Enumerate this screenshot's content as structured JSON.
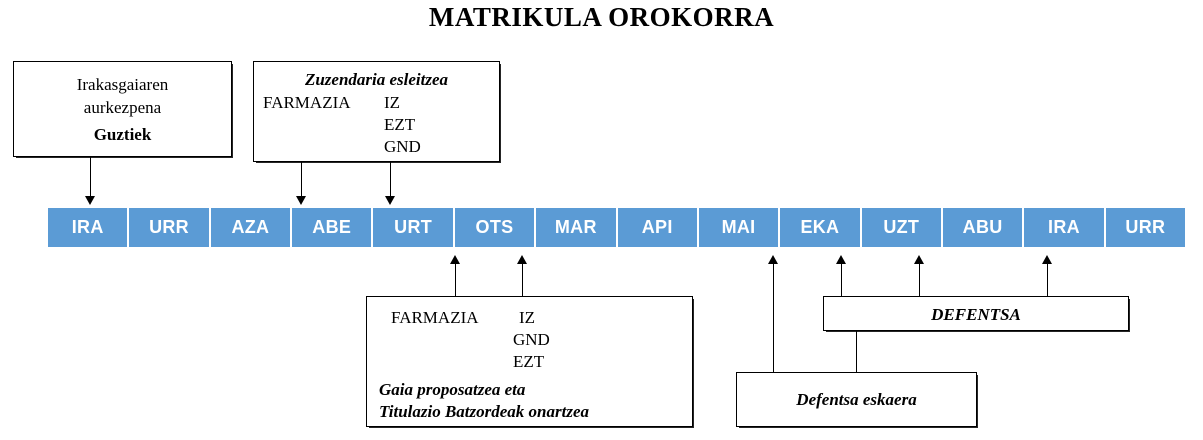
{
  "title": "MATRIKULA OROKORRA",
  "boxes": {
    "intro": {
      "line1": "Irakasgaiaren",
      "line2": "aurkezpena",
      "line3": "Guztiek"
    },
    "zuzendaria": {
      "header": "Zuzendaria esleitzea",
      "left": "FARMAZIA",
      "item1": "IZ",
      "item2": "EZT",
      "item3": "GND"
    },
    "farmazia_proposal": {
      "left": "FARMAZIA",
      "item1": "IZ",
      "item2": "GND",
      "item3": "EZT",
      "italic1": "Gaia proposatzea eta",
      "italic2": "Titulazio Batzordeak onartzea"
    },
    "defentsa": {
      "label": "DEFENTSA"
    },
    "defentsa_eskaera": {
      "label": "Defentsa eskaera"
    }
  },
  "timeline": {
    "months": [
      "IRA",
      "URR",
      "AZA",
      "ABE",
      "URT",
      "OTS",
      "MAR",
      "API",
      "MAI",
      "EKA",
      "UZT",
      "ABU",
      "IRA",
      "URR"
    ],
    "cell_color": "#5B9BD5",
    "label_color": "#FFFFFF"
  },
  "connectors": {
    "down_arrows": [
      {
        "name": "intro-to-ira",
        "month": "IRA"
      },
      {
        "name": "zuzendaria-to-abe",
        "month": "ABE"
      },
      {
        "name": "zuzendaria-to-urt",
        "month": "URT"
      }
    ],
    "up_arrows": [
      {
        "name": "proposal-to-urt",
        "month": "URT"
      },
      {
        "name": "proposal-to-ots",
        "month": "OTS"
      },
      {
        "name": "eskaera-to-mai",
        "month": "MAI"
      },
      {
        "name": "defentsa-to-eka",
        "month": "EKA"
      },
      {
        "name": "defentsa-to-uzt",
        "month": "UZT"
      },
      {
        "name": "defentsa-to-ira",
        "month": "IRA"
      }
    ]
  }
}
